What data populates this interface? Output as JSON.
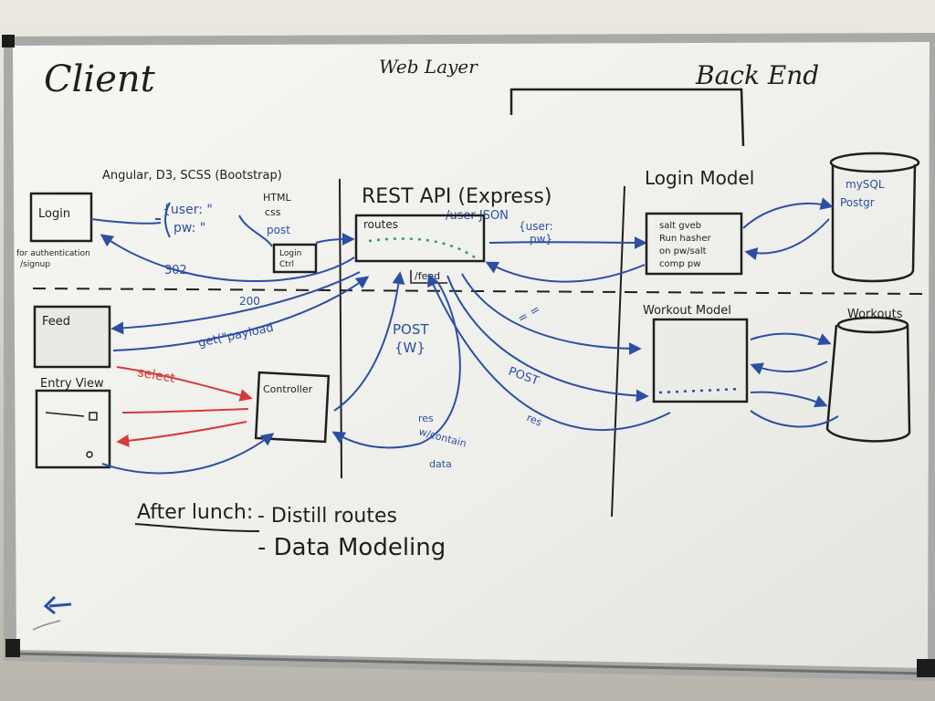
{
  "colors": {
    "wall_top": "#ece9e1",
    "wall_bottom": "#b9b5ad",
    "board": "#f2f2ef",
    "frame": "#a9aaa8",
    "frame_dark": "#6f706e",
    "corner": "#1c1c1c",
    "ink_black": "#1f1f1f",
    "ink_blue": "#2c4fa3",
    "ink_red": "#d63a3a",
    "ink_green": "#3a9a6a"
  },
  "sections": {
    "client": "Client",
    "web": "Web Layer",
    "backend": "Back End"
  },
  "client": {
    "tech": "Angular, D3, SCSS (Bootstrap)",
    "login": "Login",
    "login_note_1": "for authentication",
    "login_note_2": "/signup",
    "user_obj": "{user: \"",
    "pw_obj": "pw: \"",
    "html": "HTML",
    "css": "css",
    "post": "post",
    "login_ctrl_1": "Login",
    "login_ctrl_2": "Ctrl",
    "code_302": "302",
    "code_200": "200",
    "feed": "Feed",
    "get_payload": "get(\"payload",
    "entry_view": "Entry View",
    "select": "select",
    "controller": "Controller"
  },
  "web": {
    "rest_api": "REST API (Express)",
    "routes": "routes",
    "user_json": "/user JSON",
    "user_pw_1": "{user:",
    "user_pw_2": "pw}",
    "feed_route": "/feed",
    "post_w_1": "POST",
    "post_w_2": "{W}",
    "res_1": "res",
    "res_2": "w/contain",
    "res_3": "data",
    "eq": "= =",
    "post2": "POST",
    "res_back": "res"
  },
  "backend": {
    "login_model": "Login Model",
    "lm_1": "salt  gveb",
    "lm_2": "Run hasher",
    "lm_3": "on pw/salt",
    "lm_4": "comp  pw",
    "mysql": "mySQL",
    "postgres": "Postgr",
    "workout_model": "Workout Model",
    "workouts": "Workouts"
  },
  "notes": {
    "after_lunch": "After lunch:",
    "item1": "- Distill routes",
    "item2": "- Data Modeling"
  }
}
